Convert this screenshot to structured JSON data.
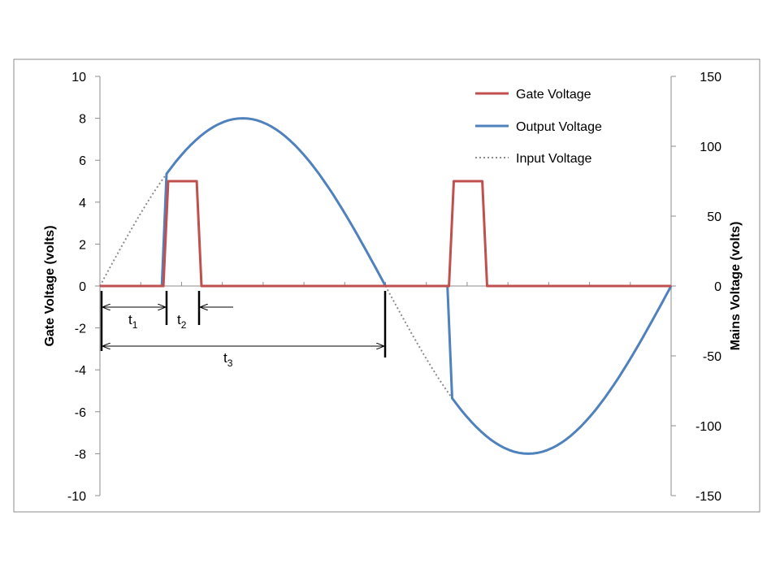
{
  "chart_data": {
    "type": "line",
    "title": "",
    "ylabel_left": "Gate Voltage (volts)",
    "ylabel_right": "Mains Voltage (volts)",
    "ylim_left": [
      -10,
      10
    ],
    "ylim_right": [
      -150,
      150
    ],
    "yticks_left": [
      "10",
      "8",
      "6",
      "4",
      "2",
      "0",
      "-2",
      "-4",
      "-6",
      "-8",
      "-10"
    ],
    "yticks_right": [
      "150",
      "100",
      "50",
      "0",
      "-50",
      "-100",
      "-150"
    ],
    "xlim_deg": [
      0,
      360
    ],
    "grid": false,
    "legend_position": "top-right",
    "series": [
      {
        "name": "Gate Voltage",
        "color": "#c0504d",
        "axis": "left",
        "points": [
          [
            0,
            0
          ],
          [
            40,
            0
          ],
          [
            43,
            5
          ],
          [
            61,
            5
          ],
          [
            64,
            0
          ],
          [
            220,
            0
          ],
          [
            223,
            5
          ],
          [
            241,
            5
          ],
          [
            244,
            0
          ],
          [
            360,
            0
          ]
        ]
      },
      {
        "name": "Output Voltage",
        "color": "#4f81bd",
        "axis": "right",
        "firing_angle_deg": 42,
        "peak": 120
      },
      {
        "name": "Input Voltage",
        "color": "#8c8c8c",
        "axis": "right",
        "style": "dotted",
        "peak": 120
      }
    ],
    "annotations": {
      "t1": {
        "base": "t",
        "sub": "1"
      },
      "t2": {
        "base": "t",
        "sub": "2"
      },
      "t3": {
        "base": "t",
        "sub": "3"
      }
    }
  }
}
